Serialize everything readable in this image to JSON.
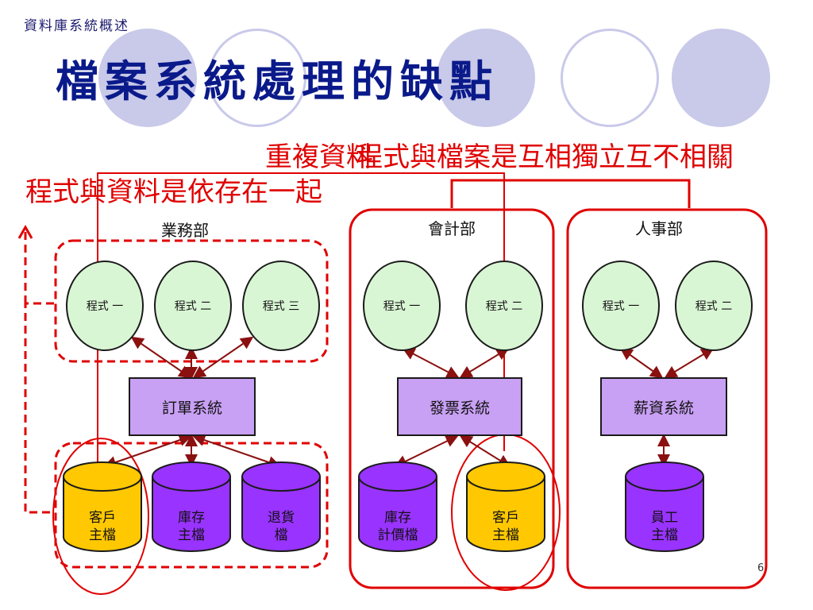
{
  "header": {
    "section_label": "資料庫系統概述",
    "title": "檔案系統處理的缺點"
  },
  "annotations": {
    "redundancy": "重複資料",
    "independence": "程式與檔案是互相獨立互不相關",
    "dependence": "程式與資料是依存在一起"
  },
  "departments": [
    {
      "name": "業務部",
      "programs": [
        "程式 一",
        "程式 二",
        "程式 三"
      ],
      "system": "訂單系統",
      "files": [
        {
          "line1": "客戶",
          "line2": "主檔",
          "color": "#ffc800"
        },
        {
          "line1": "庫存",
          "line2": "主檔",
          "color": "#9933ff"
        },
        {
          "line1": "退貨",
          "line2": "檔",
          "color": "#9933ff"
        }
      ]
    },
    {
      "name": "會計部",
      "programs": [
        "程式 一",
        "程式 二"
      ],
      "system": "發票系統",
      "files": [
        {
          "line1": "庫存",
          "line2": "計價檔",
          "color": "#9933ff"
        },
        {
          "line1": "客戶",
          "line2": "主檔",
          "color": "#ffc800"
        }
      ]
    },
    {
      "name": "人事部",
      "programs": [
        "程式 一",
        "程式 二"
      ],
      "system": "薪資系統",
      "files": [
        {
          "line1": "員工",
          "line2": "主檔",
          "color": "#9933ff"
        }
      ]
    }
  ],
  "page_number": "6",
  "colors": {
    "accent_red": "#e00000",
    "title_blue": "#0a1a8a",
    "program_fill": "#d9f6d4",
    "system_fill": "#c8a0f4",
    "deco_circle": "#c8c8e8"
  }
}
